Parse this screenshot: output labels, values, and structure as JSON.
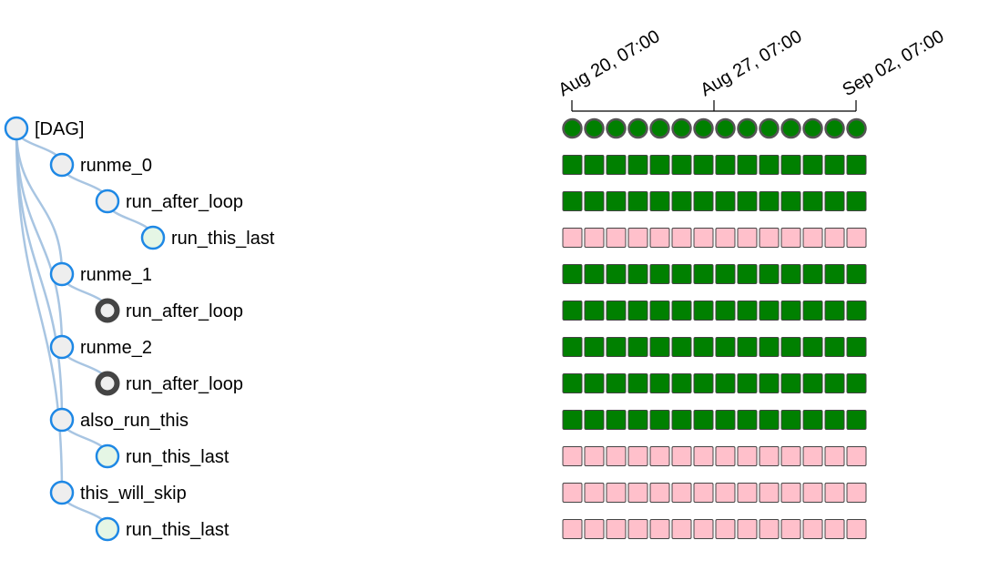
{
  "colors": {
    "success": "#008000",
    "skipped": "#ffc0cb",
    "node_stroke": "#1e88e5",
    "link": "#9ebfdf",
    "node_fill_plain": "#eeeeee",
    "node_fill_leaf": "#e5f6e5",
    "node_stroke_subdag": "#444444"
  },
  "axis": {
    "ticks": [
      "Aug 20, 07:00",
      "Aug 27, 07:00",
      "Sep 02, 07:00"
    ]
  },
  "tree": [
    {
      "label": "[DAG]",
      "depth": 0,
      "parent": null,
      "fill": "plain",
      "stroke": "blue",
      "kind": "dagrun"
    },
    {
      "label": "runme_0",
      "depth": 1,
      "parent": 0,
      "fill": "plain",
      "stroke": "blue",
      "kind": "task"
    },
    {
      "label": "run_after_loop",
      "depth": 2,
      "parent": 1,
      "fill": "plain",
      "stroke": "blue",
      "kind": "task"
    },
    {
      "label": "run_this_last",
      "depth": 3,
      "parent": 2,
      "fill": "leaf",
      "stroke": "blue",
      "kind": "task"
    },
    {
      "label": "runme_1",
      "depth": 1,
      "parent": 0,
      "fill": "plain",
      "stroke": "blue",
      "kind": "task"
    },
    {
      "label": "run_after_loop",
      "depth": 2,
      "parent": 4,
      "fill": "plain",
      "stroke": "dark",
      "kind": "task"
    },
    {
      "label": "runme_2",
      "depth": 1,
      "parent": 0,
      "fill": "plain",
      "stroke": "blue",
      "kind": "task"
    },
    {
      "label": "run_after_loop",
      "depth": 2,
      "parent": 6,
      "fill": "plain",
      "stroke": "dark",
      "kind": "task"
    },
    {
      "label": "also_run_this",
      "depth": 1,
      "parent": 0,
      "fill": "plain",
      "stroke": "blue",
      "kind": "task"
    },
    {
      "label": "run_this_last",
      "depth": 2,
      "parent": 8,
      "fill": "leaf",
      "stroke": "blue",
      "kind": "task"
    },
    {
      "label": "this_will_skip",
      "depth": 1,
      "parent": 0,
      "fill": "plain",
      "stroke": "blue",
      "kind": "task"
    },
    {
      "label": "run_this_last",
      "depth": 2,
      "parent": 10,
      "fill": "leaf",
      "stroke": "blue",
      "kind": "task"
    }
  ],
  "row_states": [
    "success",
    "success",
    "success",
    "skipped",
    "success",
    "success",
    "success",
    "success",
    "success",
    "skipped",
    "skipped",
    "skipped"
  ],
  "runs_count": 14
}
